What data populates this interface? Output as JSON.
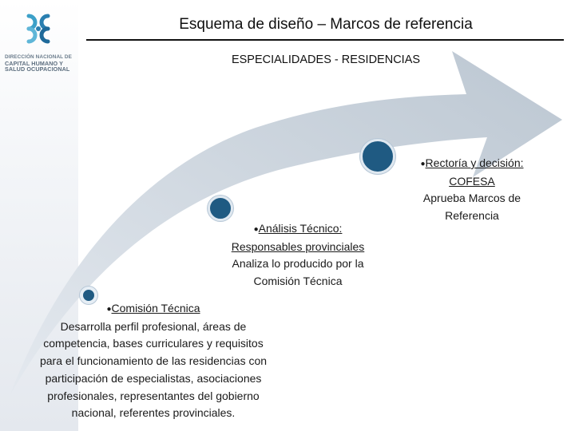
{
  "header": {
    "title": "Esquema de diseño – Marcos de referencia",
    "subtitle": "ESPECIALIDADES - RESIDENCIAS"
  },
  "sidebar": {
    "org_lines": [
      "DIRECCIÓN NACIONAL DE",
      "CAPITAL HUMANO Y",
      "SALUD OCUPACIONAL"
    ],
    "logo_icon": "ministry-logo-icon"
  },
  "steps": [
    {
      "bullet": "●",
      "heading": "Comisión Técnica",
      "lines": [
        "Desarrolla perfil profesional, áreas de",
        "competencia, bases curriculares y requisitos",
        "para el funcionamiento de las residencias con",
        "participación de especialistas, asociaciones",
        "profesionales, representantes del gobierno",
        "nacional, referentes provinciales."
      ]
    },
    {
      "bullet": "●",
      "heading": "Análisis Técnico:",
      "heading2": "Responsables provinciales",
      "lines": [
        "Analiza lo producido por la",
        "Comisión Técnica"
      ]
    },
    {
      "bullet": "●",
      "heading": "Rectoría y decisión:",
      "heading2": "COFESA",
      "lines": [
        "Aprueba Marcos de",
        "Referencia"
      ]
    }
  ],
  "colors": {
    "arrow": "#c9d3dd",
    "circle": "#1f5a82",
    "org_text": "#6b7c8c"
  }
}
